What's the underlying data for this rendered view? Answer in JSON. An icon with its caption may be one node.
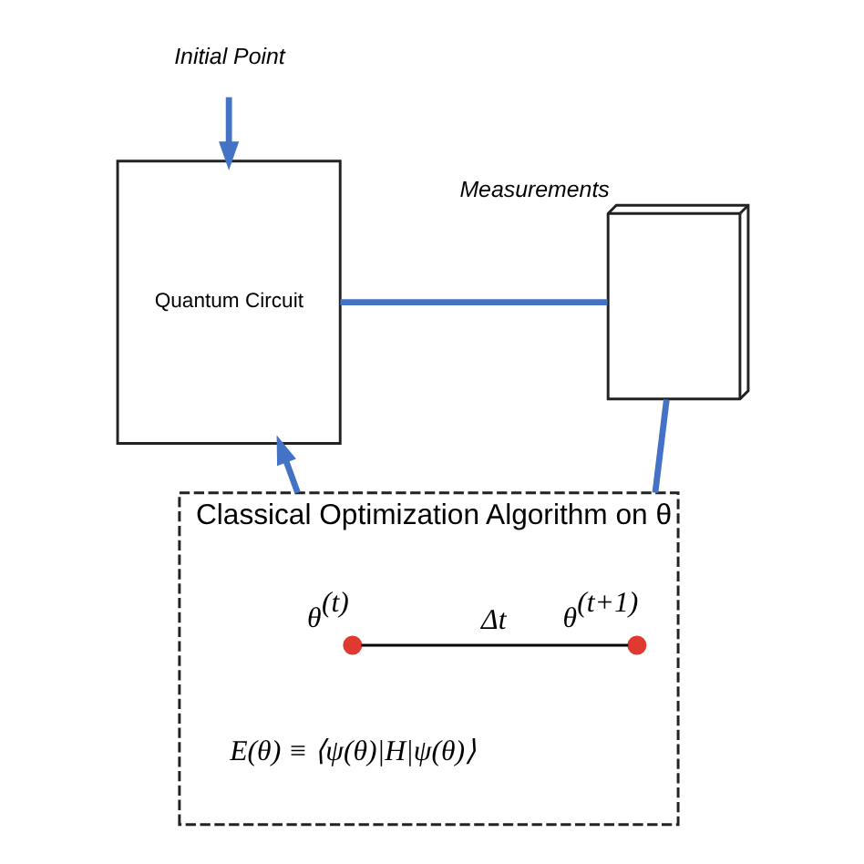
{
  "diagram": {
    "nodes": [
      {
        "text": [
          "Initial Point"
        ]
      },
      {
        "text": [
          "Quantum Circuit"
        ]
      },
      {
        "text": [
          "Measurements"
        ]
      },
      {
        "text": [
          "Classical Optimization Algorithm on θ"
        ]
      },
      {
        "text": [],
        "shape": "circle",
        "beside": [
          "θ$^{(t)}$"
        ],
        "in": 3
      },
      {
        "text": [],
        "shape": "circle",
        "beside": [
          "θ$^{(t+1)}$"
        ],
        "in": 3
      }
    ],
    "edges": [
      {
        "from": 0,
        "to": 1,
        "arrow": "to"
      },
      {
        "from": 1,
        "to": 2,
        "arrow": "none"
      },
      {
        "from": 2,
        "to": 3,
        "arrow": "none"
      },
      {
        "from": 3,
        "to": 1,
        "arrow": "to"
      },
      {
        "from": 4,
        "to": 5,
        "arrow": "none",
        "label": "Δt",
        "color": "#000000"
      }
    ],
    "labels": [
      "E(θ) ≡ ⟨ψ(θ)|H|ψ(θ)⟩"
    ]
  }
}
